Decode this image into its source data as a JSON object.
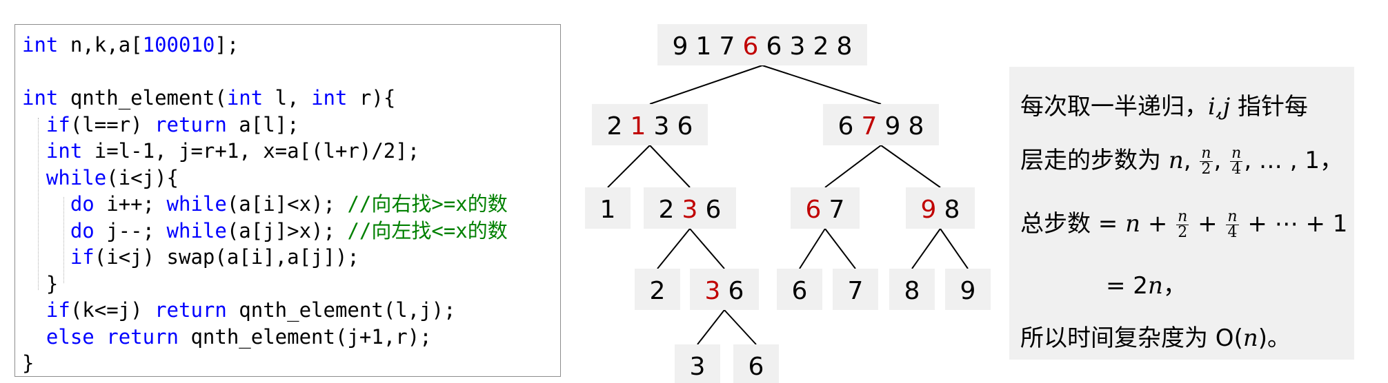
{
  "code": {
    "lines": [
      [
        {
          "t": "int",
          "c": "kw"
        },
        {
          "t": " n,k,a["
        },
        {
          "t": "100010",
          "c": "num"
        },
        {
          "t": "];"
        }
      ],
      [],
      [
        {
          "t": "int",
          "c": "kw"
        },
        {
          "t": " qnth_element("
        },
        {
          "t": "int",
          "c": "kw"
        },
        {
          "t": " l, "
        },
        {
          "t": "int",
          "c": "kw"
        },
        {
          "t": " r){"
        }
      ],
      [
        {
          "t": "  "
        },
        {
          "t": "if",
          "c": "kw"
        },
        {
          "t": "(l==r) "
        },
        {
          "t": "return",
          "c": "kw"
        },
        {
          "t": " a[l];"
        }
      ],
      [
        {
          "t": "  "
        },
        {
          "t": "int",
          "c": "kw"
        },
        {
          "t": " i=l-1, j=r+1, x=a[(l+r)/2];"
        }
      ],
      [
        {
          "t": "  "
        },
        {
          "t": "while",
          "c": "kw"
        },
        {
          "t": "(i<j){"
        }
      ],
      [
        {
          "t": "    "
        },
        {
          "t": "do",
          "c": "kw"
        },
        {
          "t": " i++; "
        },
        {
          "t": "while",
          "c": "kw"
        },
        {
          "t": "(a[i]<x); "
        },
        {
          "t": "//向右找>=x的数",
          "c": "cm"
        }
      ],
      [
        {
          "t": "    "
        },
        {
          "t": "do",
          "c": "kw"
        },
        {
          "t": " j--; "
        },
        {
          "t": "while",
          "c": "kw"
        },
        {
          "t": "(a[j]>x); "
        },
        {
          "t": "//向左找<=x的数",
          "c": "cm"
        }
      ],
      [
        {
          "t": "    "
        },
        {
          "t": "if",
          "c": "kw"
        },
        {
          "t": "(i<j) swap(a[i],a[j]);"
        }
      ],
      [
        {
          "t": "  }"
        }
      ],
      [
        {
          "t": "  "
        },
        {
          "t": "if",
          "c": "kw"
        },
        {
          "t": "(k<=j) "
        },
        {
          "t": "return",
          "c": "kw"
        },
        {
          "t": " qnth_element(l,j);"
        }
      ],
      [
        {
          "t": "  "
        },
        {
          "t": "else",
          "c": "kw"
        },
        {
          "t": " "
        },
        {
          "t": "return",
          "c": "kw"
        },
        {
          "t": " qnth_element(j+1,r);"
        }
      ],
      [
        {
          "t": "}"
        }
      ]
    ]
  },
  "tree": {
    "nodes": [
      {
        "id": "root",
        "digits": [
          "9",
          "1",
          "7",
          "6",
          "6",
          "3",
          "2",
          "8"
        ],
        "hi": [
          3
        ]
      },
      {
        "id": "L",
        "digits": [
          "2",
          "1",
          "3",
          "6"
        ],
        "hi": [
          1
        ]
      },
      {
        "id": "R",
        "digits": [
          "6",
          "7",
          "9",
          "8"
        ],
        "hi": [
          1
        ]
      },
      {
        "id": "LL",
        "digits": [
          "1"
        ],
        "hi": []
      },
      {
        "id": "LR",
        "digits": [
          "2",
          "3",
          "6"
        ],
        "hi": [
          1
        ]
      },
      {
        "id": "RL",
        "digits": [
          "6",
          "7"
        ],
        "hi": [
          0
        ]
      },
      {
        "id": "RR",
        "digits": [
          "9",
          "8"
        ],
        "hi": [
          0
        ]
      },
      {
        "id": "LRL",
        "digits": [
          "2"
        ],
        "hi": []
      },
      {
        "id": "LRR",
        "digits": [
          "3",
          "6"
        ],
        "hi": [
          0
        ]
      },
      {
        "id": "RLL",
        "digits": [
          "6"
        ],
        "hi": []
      },
      {
        "id": "RLR",
        "digits": [
          "7"
        ],
        "hi": []
      },
      {
        "id": "RRL",
        "digits": [
          "8"
        ],
        "hi": []
      },
      {
        "id": "RRR",
        "digits": [
          "9"
        ],
        "hi": []
      },
      {
        "id": "LRRL",
        "digits": [
          "3"
        ],
        "hi": []
      },
      {
        "id": "LRRR",
        "digits": [
          "6"
        ],
        "hi": []
      }
    ],
    "edges": [
      [
        "root",
        "L"
      ],
      [
        "root",
        "R"
      ],
      [
        "L",
        "LL"
      ],
      [
        "L",
        "LR"
      ],
      [
        "R",
        "RL"
      ],
      [
        "R",
        "RR"
      ],
      [
        "LR",
        "LRL"
      ],
      [
        "LR",
        "LRR"
      ],
      [
        "RL",
        "RLL"
      ],
      [
        "RL",
        "RLR"
      ],
      [
        "RR",
        "RRL"
      ],
      [
        "RR",
        "RRR"
      ],
      [
        "LRR",
        "LRRL"
      ],
      [
        "LRR",
        "LRRR"
      ]
    ]
  },
  "explain": {
    "l1_text": "每次取一半递归，",
    "l1_vars": "i,j",
    "l1_tail": " 指针每",
    "l2_text": "层走的步数为 ",
    "l2_n": "n",
    "frac_num": "n",
    "frac_den2": "2",
    "frac_den4": "4",
    "l2_tail": ", … , 1，",
    "l3_text": "总步数 = ",
    "l3_mid": " + ",
    "l3_tail": " + ⋯ + 1",
    "l4_text": "= 2",
    "l4_tail": "，",
    "l5_text": "所以时间复杂度为 O(",
    "l5_tail": ")。"
  }
}
